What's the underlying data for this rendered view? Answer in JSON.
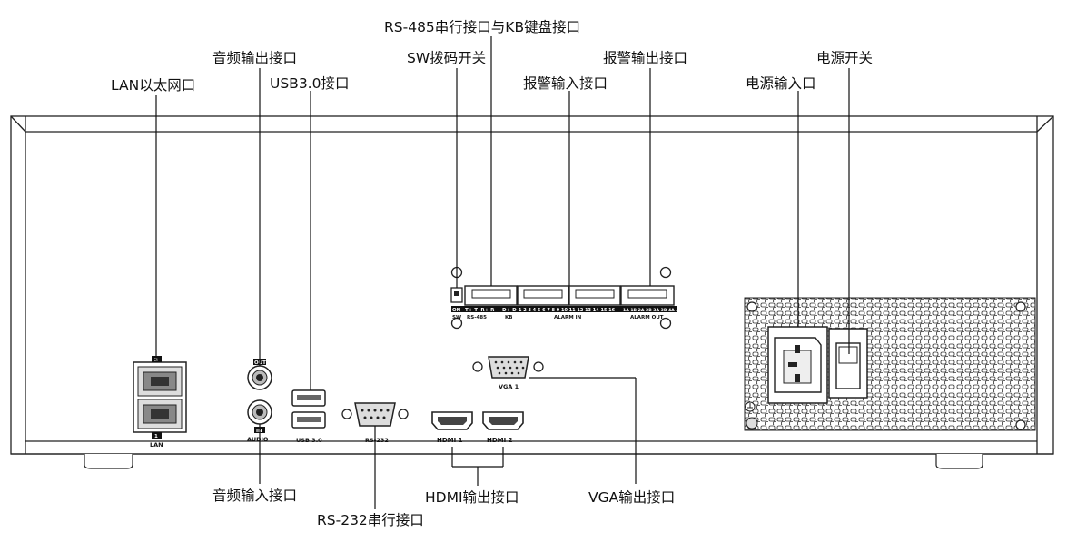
{
  "callouts": {
    "lan": "LAN以太网口",
    "audio_out": "音频输出接口",
    "usb": "USB3.0接口",
    "sw": "SW拨码开关",
    "rs485": "RS-485串行接口与KB键盘接口",
    "alarm_in": "报警输入接口",
    "alarm_out": "报警输出接口",
    "power_in": "电源输入口",
    "power_switch": "电源开关",
    "audio_in": "音频输入接口",
    "hdmi": "HDMI输出接口",
    "vga": "VGA输出接口",
    "rs232": "RS-232串行接口"
  },
  "panel": {
    "lan_label": "LAN",
    "lan_port_top_num": "2",
    "lan_port_bottom_num": "1",
    "audio_label": "AUDIO",
    "audio_out_tag": "OUT",
    "audio_in_tag": "IN",
    "usb_label": "USB 3.0",
    "rs232_label": "RS-232",
    "hdmi1_label": "HDMI 1",
    "hdmi2_label": "HDMI 2",
    "vga_label": "VGA 1",
    "sw_on": "ON",
    "sw_label": "SW",
    "rs485_pins": "T+ T- R+ R-",
    "rs485_label": "RS-485",
    "kb_pins": "D+ D-",
    "kb_label": "KB",
    "alarm_in_pins": "1 2 3 4 5 6 7 8  9 10 11 12 13 14 15 16",
    "alarm_in_label": "ALARM IN",
    "alarm_out_pins": "1A 1B 2A 2B 3A 3B 4A 4B",
    "alarm_out_label": "ALARM OUT"
  }
}
